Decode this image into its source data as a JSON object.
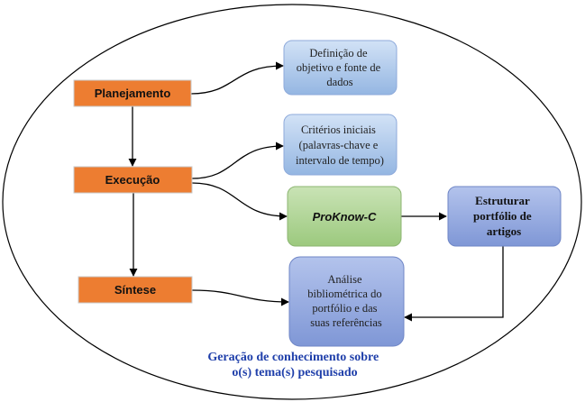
{
  "stages": {
    "planejamento": "Planejamento",
    "execucao": "Execução",
    "sintese": "Síntese"
  },
  "boxes": {
    "definicao": [
      "Definição de",
      "objetivo e fonte de",
      "dados"
    ],
    "criterios": [
      "Critérios iniciais",
      "(palavras-chave e",
      "intervalo de tempo)"
    ],
    "proknow": "ProKnow-C",
    "estruturar": [
      "Estruturar",
      "portfólio de",
      "artigos"
    ],
    "analise": [
      "Análise",
      "bibliométrica do",
      "portfólio e das",
      "suas referências"
    ]
  },
  "caption": [
    "Geração de conhecimento sobre",
    "o(s) tema(s) pesquisado"
  ],
  "colors": {
    "stage_fill": "#ED7D31",
    "blue_box": "#A9C4E8",
    "green_box": "#A9D18E",
    "purple_box": "#8FA5DD",
    "caption_text": "#1F3FAA"
  }
}
